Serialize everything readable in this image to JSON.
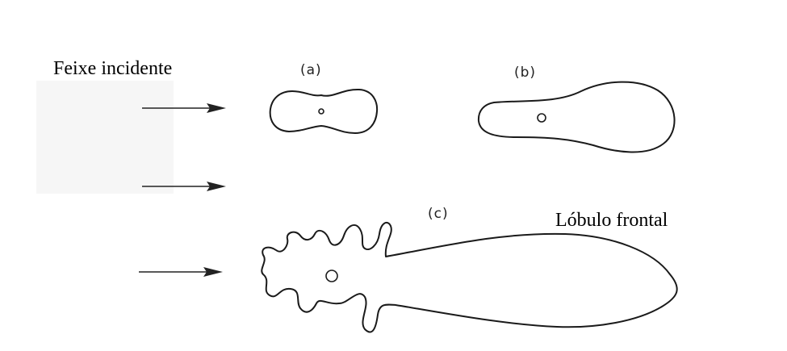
{
  "labels": {
    "incident_beam": "Feixe incidente",
    "frontal_lobe": "Lóbulo frontal",
    "panel_a": "(a)",
    "panel_b": "(b)",
    "panel_c": "(c)"
  },
  "arrows": [
    "incident-arrow-a",
    "incident-arrow-b",
    "incident-arrow-c"
  ],
  "patterns": [
    "scattering-pattern-a",
    "scattering-pattern-b",
    "scattering-pattern-c"
  ]
}
